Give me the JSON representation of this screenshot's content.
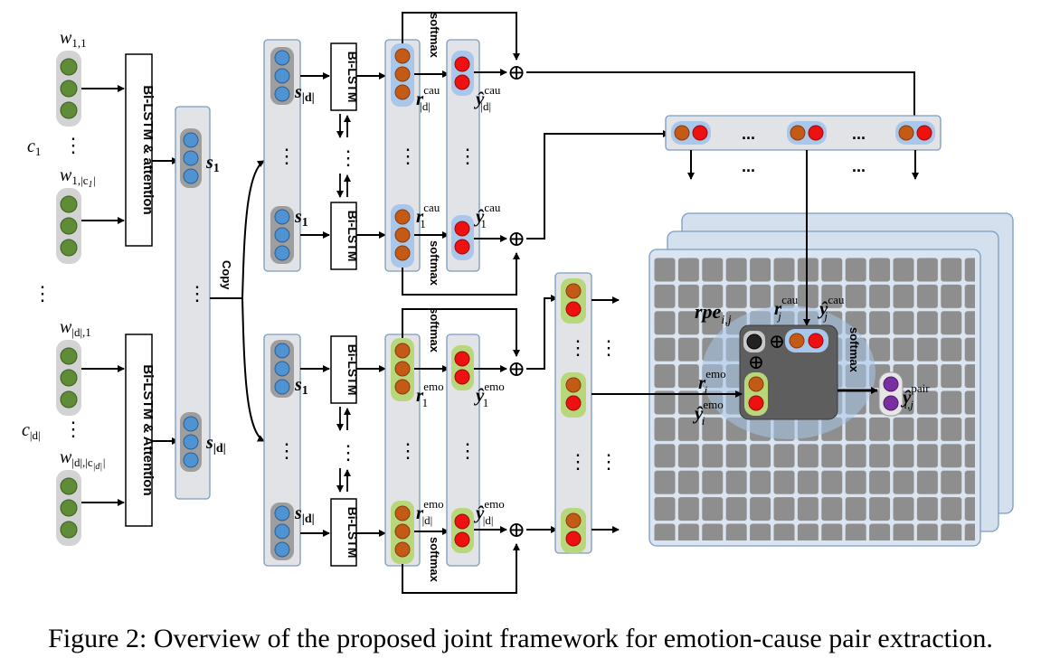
{
  "colors": {
    "word_node": "#5e8c37",
    "sent_node": "#4f93d3",
    "cause_node": "#c35a16",
    "red_node": "#ee1111",
    "pair_node": "#7a2fa0",
    "panel_fill": "#e2e3e6",
    "panel_stroke": "#7a9cc0",
    "grid_cell": "#8c8c8c",
    "grid_bg": "#d8e3ef",
    "dark_panel": "#5e5e5e",
    "green_bg": "#b7d77a",
    "blue_bg": "#a9c7ea"
  },
  "inputs": {
    "w11": "w",
    "w11_sub": "1,1",
    "c1": "c",
    "c1_sub": "1",
    "w1c1": "w",
    "w1c1_sub": "1,|c",
    "w1c1_sub2": "1",
    "w1c1_sub3": "|",
    "wd1": "w",
    "wd1_sub": "|d|,1",
    "cd": "c",
    "cd_sub": "|d|",
    "wdcd": "w",
    "wdcd_sub": "|d|,|c",
    "wdcd_sub2": "|d|",
    "wdcd_sub3": "|",
    "vdots": "⋮"
  },
  "encoders": {
    "top": "Bi-LSTM & attention",
    "bottom": "Bi-LSTM & Attention"
  },
  "sentences": {
    "s1": "s",
    "s1_sub": "1",
    "sd": "s",
    "sd_sub": "|d|"
  },
  "copy_label": "Copy",
  "bilstm": "Bi-LSTM",
  "softmax": "softmax",
  "cause_branch": {
    "r": "r",
    "sup": "cau",
    "sub_top": "|d|",
    "sub_bottom": "1",
    "y": "ŷ"
  },
  "emotion_branch": {
    "r": "r",
    "sup": "emo",
    "sub_top": "1",
    "sub_bottom": "|d|",
    "y": "ŷ"
  },
  "oplus": "⊕",
  "dots": "...",
  "pair": {
    "rpe": "rpe",
    "rpe_sub": "i,j",
    "rj": "r",
    "rj_sup": "cau",
    "rj_sub": "j",
    "yj": "ŷ",
    "yj_sup": "cau",
    "yj_sub": "j",
    "ri": "r",
    "ri_sup": "emo",
    "ri_sub": "i",
    "yi": "ŷ",
    "yi_sup": "emo",
    "yi_sub": "i",
    "ypair": "ŷ",
    "ypair_sup": "pair",
    "ypair_sub": "i,j",
    "softmax": "softmax"
  },
  "caption": "Figure 2: Overview of the proposed joint framework for emotion-cause pair extraction."
}
